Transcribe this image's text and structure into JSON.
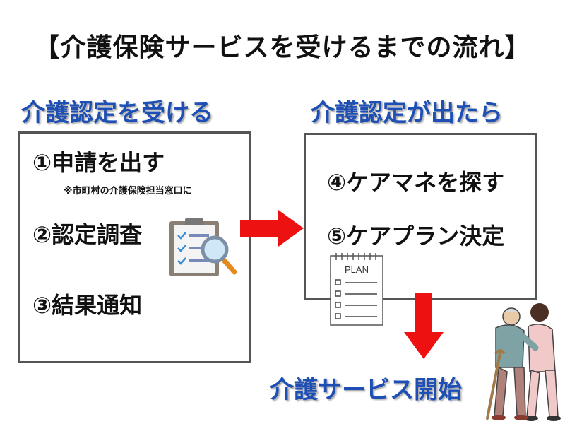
{
  "title": "【介護保険サービスを受けるまでの流れ】",
  "sections": {
    "left_heading": "介護認定を受ける",
    "right_heading": "介護認定が出たら"
  },
  "left_box": {
    "step1": "①申請を出す",
    "step1_note": "※市町村の介護保険担当窓口に",
    "step2": "②認定調査",
    "step3": "③結果通知"
  },
  "right_box": {
    "step4": "④ケアマネを探す",
    "step5": "⑤ケアプラン決定"
  },
  "plan_label": "PLAN",
  "final_label": "介護サービス開始",
  "icons": {
    "clipboard": "clipboard-checklist-icon",
    "plan_paper": "plan-notepad-icon",
    "caregiver": "caregiver-helping-elderly-person"
  },
  "colors": {
    "heading_blue": "#1d4fb5",
    "arrow_red": "#ee1111",
    "box_border": "#555555"
  }
}
